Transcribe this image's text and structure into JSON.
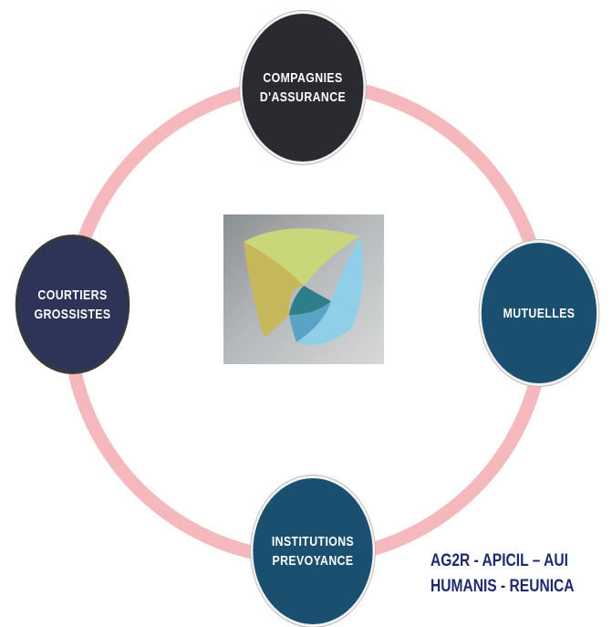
{
  "nodes": {
    "top": {
      "line1": "COMPAGNIES",
      "line2": "D'ASSURANCE"
    },
    "left": {
      "line1": "COURTIERS",
      "line2": "GROSSISTES"
    },
    "right": {
      "line1": "MUTUELLES"
    },
    "bottom": {
      "line1": "INSTITUTIONS",
      "line2": "PREVOYANCE"
    }
  },
  "caption": {
    "line1": "AG2R -  APICIL – AUI",
    "line2": "HUMANIS - REUNICA"
  },
  "colors": {
    "ring": "#f4b8bd",
    "top_node": "#2a2b31",
    "left_node": "#2d3457",
    "right_node": "#1a4f6f",
    "bottom_node": "#1a4f6f",
    "caption_text": "#1f2a6e"
  },
  "logo": {
    "icon": "triangular-ribbon-logo"
  }
}
